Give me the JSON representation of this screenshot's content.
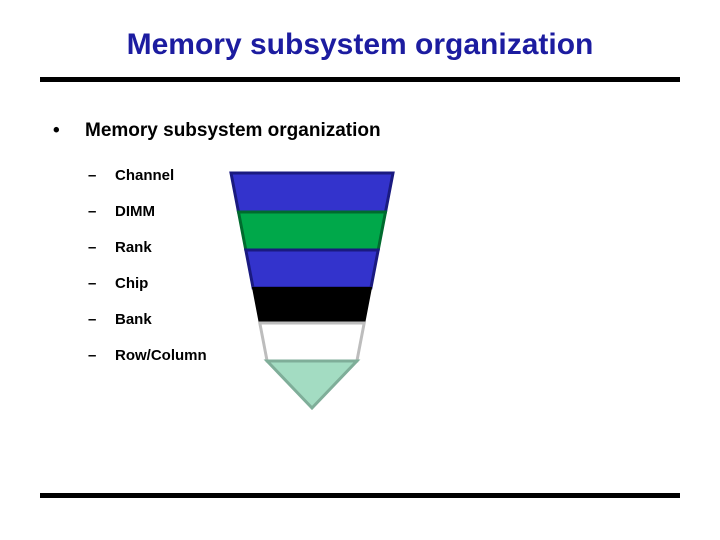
{
  "slide": {
    "title": "Memory subsystem organization",
    "title_color": "#1c1ca0",
    "rule_color": "#000000",
    "background": "#ffffff"
  },
  "body": {
    "level1": {
      "marker": "•",
      "text": "Memory subsystem organization"
    },
    "level2_marker": "–",
    "level2": [
      {
        "label": "Channel"
      },
      {
        "label": "DIMM"
      },
      {
        "label": "Rank"
      },
      {
        "label": "Chip"
      },
      {
        "label": "Bank"
      },
      {
        "label": "Row/Column"
      }
    ]
  },
  "funnel": {
    "description": "inverted-pyramid-funnel",
    "bands": [
      {
        "name": "channel-band",
        "fill": "#3333cc",
        "stroke": "#1a1a80"
      },
      {
        "name": "dimm-band",
        "fill": "#00a84a",
        "stroke": "#006b2e"
      },
      {
        "name": "rank-band",
        "fill": "#3333cc",
        "stroke": "#1a1a80"
      },
      {
        "name": "chip-band",
        "fill": "#000000",
        "stroke": "#000000"
      },
      {
        "name": "bank-band",
        "fill": "#ffffff",
        "stroke": "#bdbdbd"
      },
      {
        "name": "rowcolumn-band",
        "fill": "#a3dcc2",
        "stroke": "#7fae99"
      }
    ]
  }
}
